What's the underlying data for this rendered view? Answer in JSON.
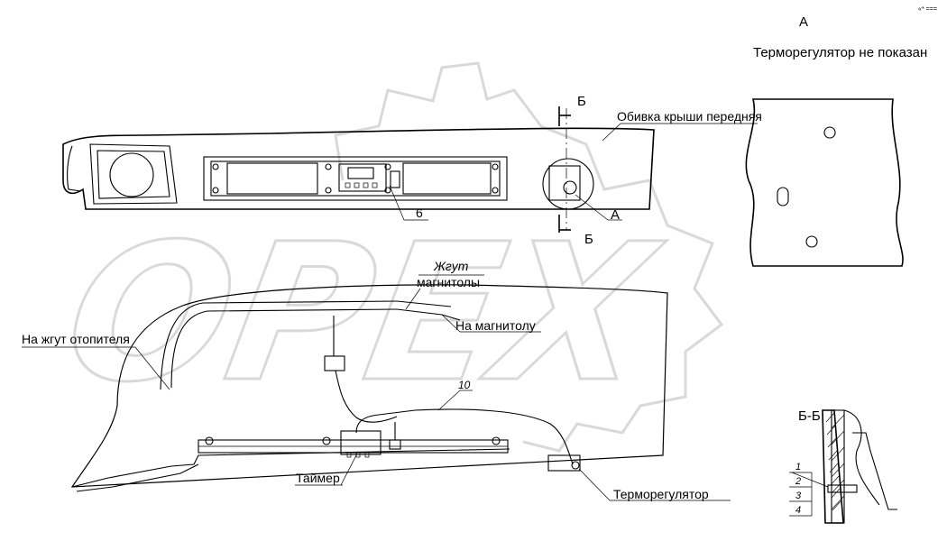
{
  "watermark": {
    "text": "OPEX",
    "color": "#d9d9d9"
  },
  "corner_mark": "«* ===",
  "view_a": {
    "title": "А",
    "note": "Терморегулятор не показан"
  },
  "view_bb": {
    "title": "Б-Б",
    "items": [
      "1",
      "2",
      "3",
      "4"
    ]
  },
  "labels": {
    "cut_mark_top": "Б",
    "cut_mark_bottom": "Б",
    "roof_lining": "Обивка крыши передняя",
    "callout_a": "А",
    "pos_6": "6",
    "pos_10": "10",
    "harness_radio_line1": "Жгут",
    "harness_radio_line2": "магнитолы",
    "to_radio": "На магнитолу",
    "to_heater_harness": "На жгут отопителя",
    "timer": "Таймер",
    "thermostat": "Терморегулятор"
  }
}
